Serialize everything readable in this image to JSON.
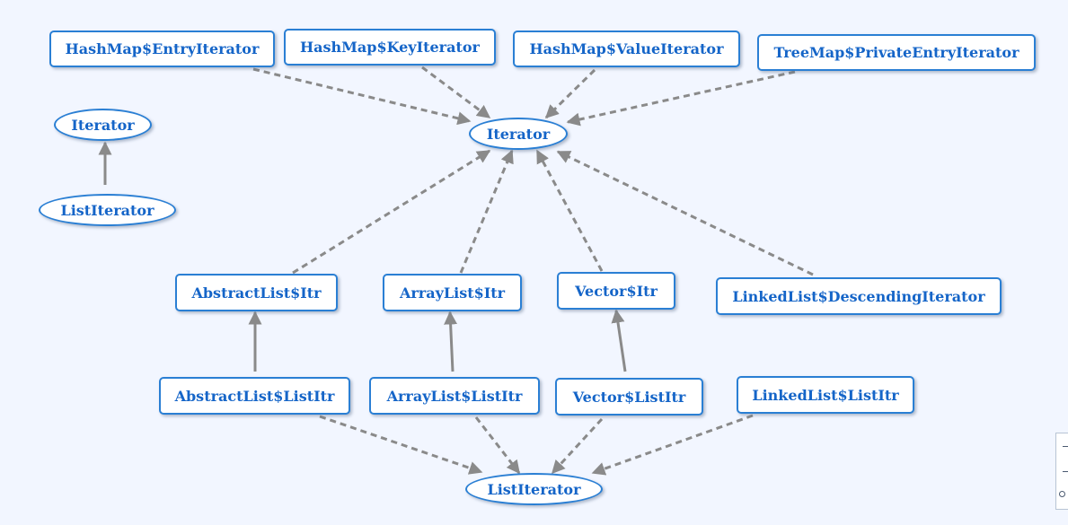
{
  "colors": {
    "background": "#f2f6ff",
    "node_border": "#2a7fd4",
    "node_text": "#1565c8",
    "edge": "#8a8a8a"
  },
  "nodes": [
    {
      "id": "hashmap-entry-iterator",
      "label": "HashMap$EntryIterator",
      "shape": "rect"
    },
    {
      "id": "hashmap-key-iterator",
      "label": "HashMap$KeyIterator",
      "shape": "rect"
    },
    {
      "id": "hashmap-value-iterator",
      "label": "HashMap$ValueIterator",
      "shape": "rect"
    },
    {
      "id": "treemap-private-entry-iterator",
      "label": "TreeMap$PrivateEntryIterator",
      "shape": "rect"
    },
    {
      "id": "iterator-main",
      "label": "Iterator",
      "shape": "ellipse"
    },
    {
      "id": "iterator-legend",
      "label": "Iterator",
      "shape": "ellipse"
    },
    {
      "id": "listiterator-legend",
      "label": "ListIterator",
      "shape": "ellipse"
    },
    {
      "id": "abstractlist-itr",
      "label": "AbstractList$Itr",
      "shape": "rect"
    },
    {
      "id": "arraylist-itr",
      "label": "ArrayList$Itr",
      "shape": "rect"
    },
    {
      "id": "vector-itr",
      "label": "Vector$Itr",
      "shape": "rect"
    },
    {
      "id": "linkedlist-descending-iterator",
      "label": "LinkedList$DescendingIterator",
      "shape": "rect"
    },
    {
      "id": "abstractlist-listitr",
      "label": "AbstractList$ListItr",
      "shape": "rect"
    },
    {
      "id": "arraylist-listitr",
      "label": "ArrayList$ListItr",
      "shape": "rect"
    },
    {
      "id": "vector-listitr",
      "label": "Vector$ListItr",
      "shape": "rect"
    },
    {
      "id": "linkedlist-listitr",
      "label": "LinkedList$ListItr",
      "shape": "rect"
    },
    {
      "id": "listiterator-main",
      "label": "ListIterator",
      "shape": "ellipse"
    }
  ],
  "edges": [
    {
      "from": "hashmap-entry-iterator",
      "to": "iterator-main",
      "style": "dashed"
    },
    {
      "from": "hashmap-key-iterator",
      "to": "iterator-main",
      "style": "dashed"
    },
    {
      "from": "hashmap-value-iterator",
      "to": "iterator-main",
      "style": "dashed"
    },
    {
      "from": "treemap-private-entry-iterator",
      "to": "iterator-main",
      "style": "dashed"
    },
    {
      "from": "listiterator-legend",
      "to": "iterator-legend",
      "style": "solid"
    },
    {
      "from": "abstractlist-itr",
      "to": "iterator-main",
      "style": "dashed"
    },
    {
      "from": "arraylist-itr",
      "to": "iterator-main",
      "style": "dashed"
    },
    {
      "from": "vector-itr",
      "to": "iterator-main",
      "style": "dashed"
    },
    {
      "from": "linkedlist-descending-iterator",
      "to": "iterator-main",
      "style": "dashed"
    },
    {
      "from": "abstractlist-listitr",
      "to": "abstractlist-itr",
      "style": "solid"
    },
    {
      "from": "arraylist-listitr",
      "to": "arraylist-itr",
      "style": "solid"
    },
    {
      "from": "vector-listitr",
      "to": "vector-itr",
      "style": "solid"
    },
    {
      "from": "abstractlist-listitr",
      "to": "listiterator-main",
      "style": "dashed"
    },
    {
      "from": "arraylist-listitr",
      "to": "listiterator-main",
      "style": "dashed"
    },
    {
      "from": "vector-listitr",
      "to": "listiterator-main",
      "style": "dashed"
    },
    {
      "from": "linkedlist-listitr",
      "to": "listiterator-main",
      "style": "dashed"
    }
  ]
}
